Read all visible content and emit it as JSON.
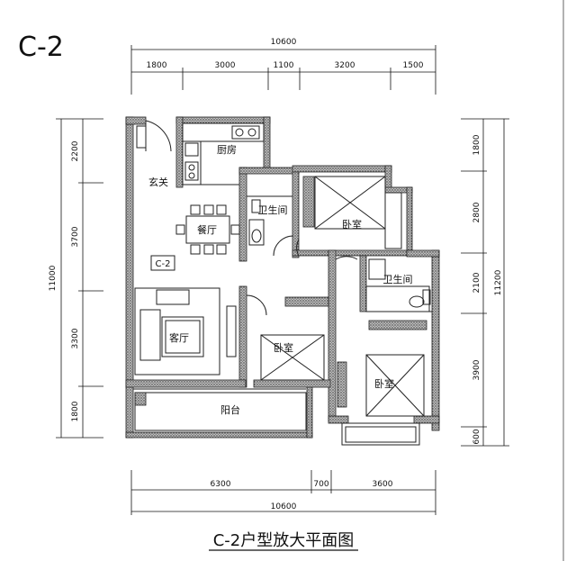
{
  "plan_code": "C-2",
  "caption": "C-2户型放大平面图",
  "top_dims": {
    "total": "10600",
    "segments": [
      "1800",
      "3000",
      "1100",
      "3200",
      "1500"
    ]
  },
  "bottom_dims": {
    "total": "10600",
    "segments": [
      "6300",
      "700",
      "3600"
    ]
  },
  "left_dims": {
    "total": "11000",
    "segments": [
      "2200",
      "3700",
      "3300",
      "1800"
    ]
  },
  "right_dims": {
    "total": "11200",
    "segments": [
      "1800",
      "2800",
      "2100",
      "3900",
      "600"
    ]
  },
  "rooms": {
    "kitchen": "厨房",
    "entrance": "玄关",
    "bath1": "卫生间",
    "bedroom1": "卧室",
    "dining": "餐厅",
    "tag": "C-2",
    "bath2": "卫生间",
    "living": "客厅",
    "bedroom2": "卧室",
    "bedroom3": "卧室",
    "balcony": "阳台"
  }
}
